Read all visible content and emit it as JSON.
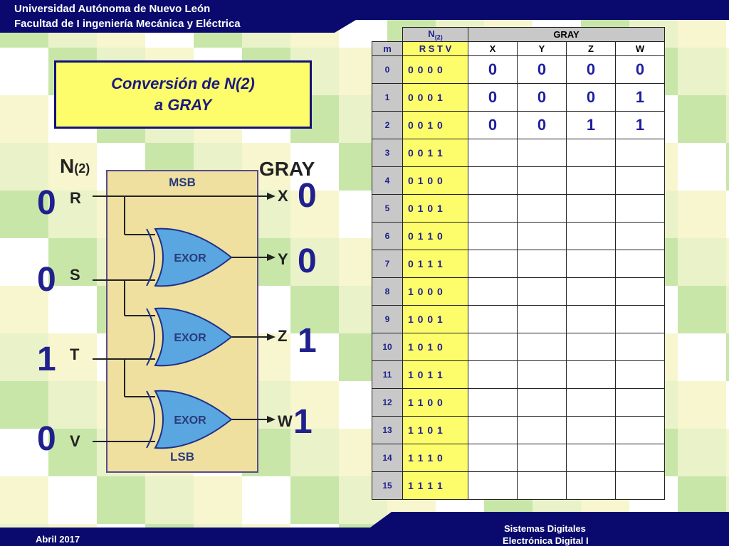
{
  "header": {
    "line1": "Universidad Autónoma de Nuevo León",
    "line2": "Facultad de I ingeniería Mecánica y Eléctrica"
  },
  "footer": {
    "date": "Abril 2017",
    "course1": "Sistemas Digitales",
    "course2": "Electrónica Digital I"
  },
  "title": {
    "line1": "Conversión de N(2)",
    "line2": "a GRAY"
  },
  "circuit": {
    "input_label_n": "N",
    "input_label_sub": "(2)",
    "output_label": "GRAY",
    "msb": "MSB",
    "lsb": "LSB",
    "gate_label": "EXOR",
    "inputs": [
      {
        "name": "R",
        "value": "0"
      },
      {
        "name": "S",
        "value": "0"
      },
      {
        "name": "T",
        "value": "1"
      },
      {
        "name": "V",
        "value": "0"
      }
    ],
    "outputs": [
      {
        "name": "X",
        "value": "0"
      },
      {
        "name": "Y",
        "value": "0"
      },
      {
        "name": "Z",
        "value": "1"
      },
      {
        "name": "W",
        "value": "1"
      }
    ]
  },
  "table": {
    "n2_header": "N",
    "n2_sub": "(2)",
    "gray_header": "GRAY",
    "m_header": "m",
    "rstv_header": "R S T V",
    "gray_cols": [
      "X",
      "Y",
      "Z",
      "W"
    ],
    "rows": [
      {
        "m": "0",
        "n": "0 0 0 0",
        "g": [
          "0",
          "0",
          "0",
          "0"
        ]
      },
      {
        "m": "1",
        "n": "0 0 0 1",
        "g": [
          "0",
          "0",
          "0",
          "1"
        ]
      },
      {
        "m": "2",
        "n": "0 0 1 0",
        "g": [
          "0",
          "0",
          "1",
          "1"
        ]
      },
      {
        "m": "3",
        "n": "0 0 1 1",
        "g": [
          "",
          "",
          "",
          ""
        ]
      },
      {
        "m": "4",
        "n": "0 1 0 0",
        "g": [
          "",
          "",
          "",
          ""
        ]
      },
      {
        "m": "5",
        "n": "0 1 0 1",
        "g": [
          "",
          "",
          "",
          ""
        ]
      },
      {
        "m": "6",
        "n": "0 1 1 0",
        "g": [
          "",
          "",
          "",
          ""
        ]
      },
      {
        "m": "7",
        "n": "0 1 1 1",
        "g": [
          "",
          "",
          "",
          ""
        ]
      },
      {
        "m": "8",
        "n": "1 0 0 0",
        "g": [
          "",
          "",
          "",
          ""
        ]
      },
      {
        "m": "9",
        "n": "1 0 0 1",
        "g": [
          "",
          "",
          "",
          ""
        ]
      },
      {
        "m": "10",
        "n": "1 0 1 0",
        "g": [
          "",
          "",
          "",
          ""
        ]
      },
      {
        "m": "11",
        "n": "1 0 1 1",
        "g": [
          "",
          "",
          "",
          ""
        ]
      },
      {
        "m": "12",
        "n": "1 1 0 0",
        "g": [
          "",
          "",
          "",
          ""
        ]
      },
      {
        "m": "13",
        "n": "1 1 0 1",
        "g": [
          "",
          "",
          "",
          ""
        ]
      },
      {
        "m": "14",
        "n": "1 1 1 0",
        "g": [
          "",
          "",
          "",
          ""
        ]
      },
      {
        "m": "15",
        "n": "1 1 1 1",
        "g": [
          "",
          "",
          "",
          ""
        ]
      }
    ]
  },
  "colors": {
    "navy": "#0a0a6e",
    "yellow": "#fdfc6b",
    "gate_blue": "#5aa6e0",
    "panel": "#efe0a0"
  }
}
